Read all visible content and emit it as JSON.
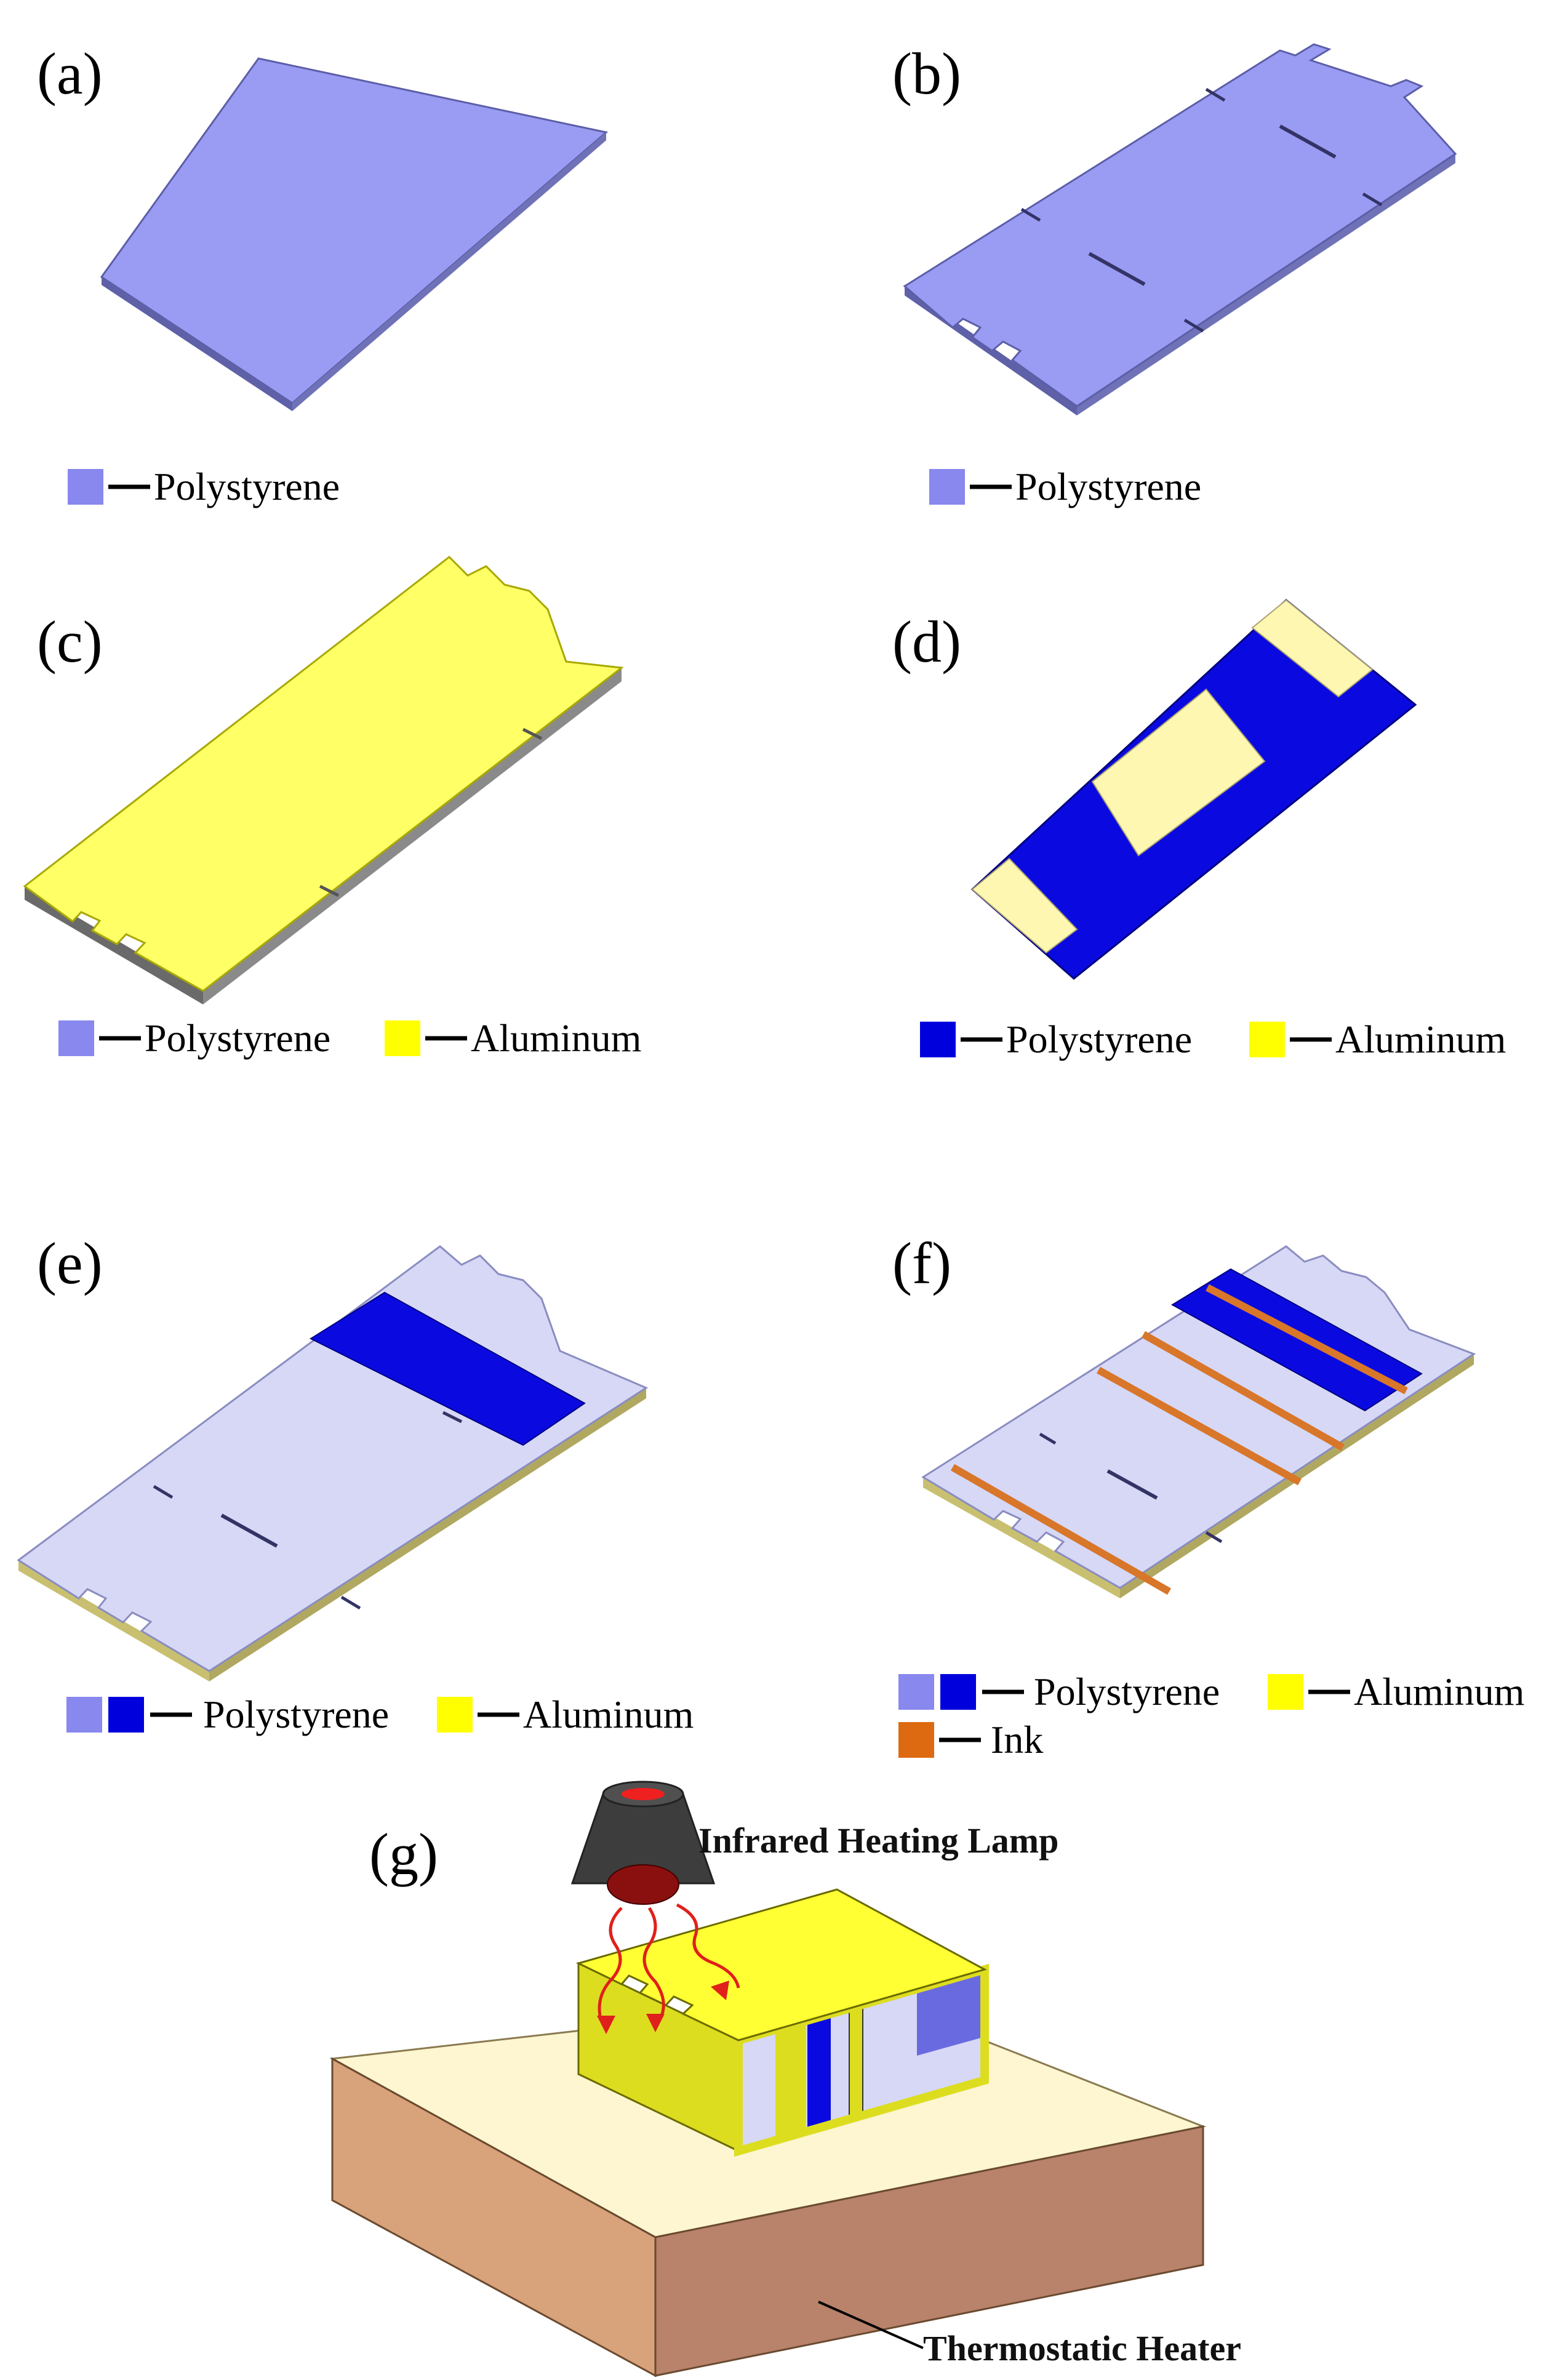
{
  "colors": {
    "polystyrene_light": "#9a9cf3",
    "polystyrene_pale": "#d6d8f6",
    "polystyrene_dark": "#0a0ae0",
    "aluminum": "#ffff66",
    "aluminum_pale": "#fdf7b2",
    "ink": "#d8762a",
    "heater_top": "#fdf6d0",
    "heater_side": "#b9826a",
    "lamp": "#3d3d3d",
    "rays": "#e0201a"
  },
  "panels": {
    "a": {
      "label": "(a)",
      "legend": [
        {
          "material": "Polystyrene",
          "swatches": [
            "#8888ee"
          ]
        }
      ]
    },
    "b": {
      "label": "(b)",
      "legend": [
        {
          "material": "Polystyrene",
          "swatches": [
            "#8888ee"
          ]
        }
      ]
    },
    "c": {
      "label": "(c)",
      "legend": [
        {
          "material": "Polystyrene",
          "swatches": [
            "#8888ee"
          ]
        },
        {
          "material": "Aluminum",
          "swatches": [
            "#ffff00"
          ]
        }
      ]
    },
    "d": {
      "label": "(d)",
      "legend": [
        {
          "material": "Polystyrene",
          "swatches": [
            "#0000dd"
          ]
        },
        {
          "material": "Aluminum",
          "swatches": [
            "#ffff00"
          ]
        }
      ]
    },
    "e": {
      "label": "(e)",
      "legend": [
        {
          "material": "Polystyrene",
          "swatches": [
            "#8888ee",
            "#0000dd"
          ]
        },
        {
          "material": "Aluminum",
          "swatches": [
            "#ffff00"
          ]
        }
      ]
    },
    "f": {
      "label": "(f)",
      "legend": [
        {
          "material": "Polystyrene",
          "swatches": [
            "#8888ee",
            "#0000dd"
          ]
        },
        {
          "material": "Aluminum",
          "swatches": [
            "#ffff00"
          ]
        },
        {
          "material": "Ink",
          "swatches": [
            "#dd6a10"
          ]
        }
      ]
    },
    "g": {
      "label": "(g)",
      "lamp_label": "Infrared Heating Lamp",
      "heater_label": "Thermostatic Heater"
    }
  }
}
